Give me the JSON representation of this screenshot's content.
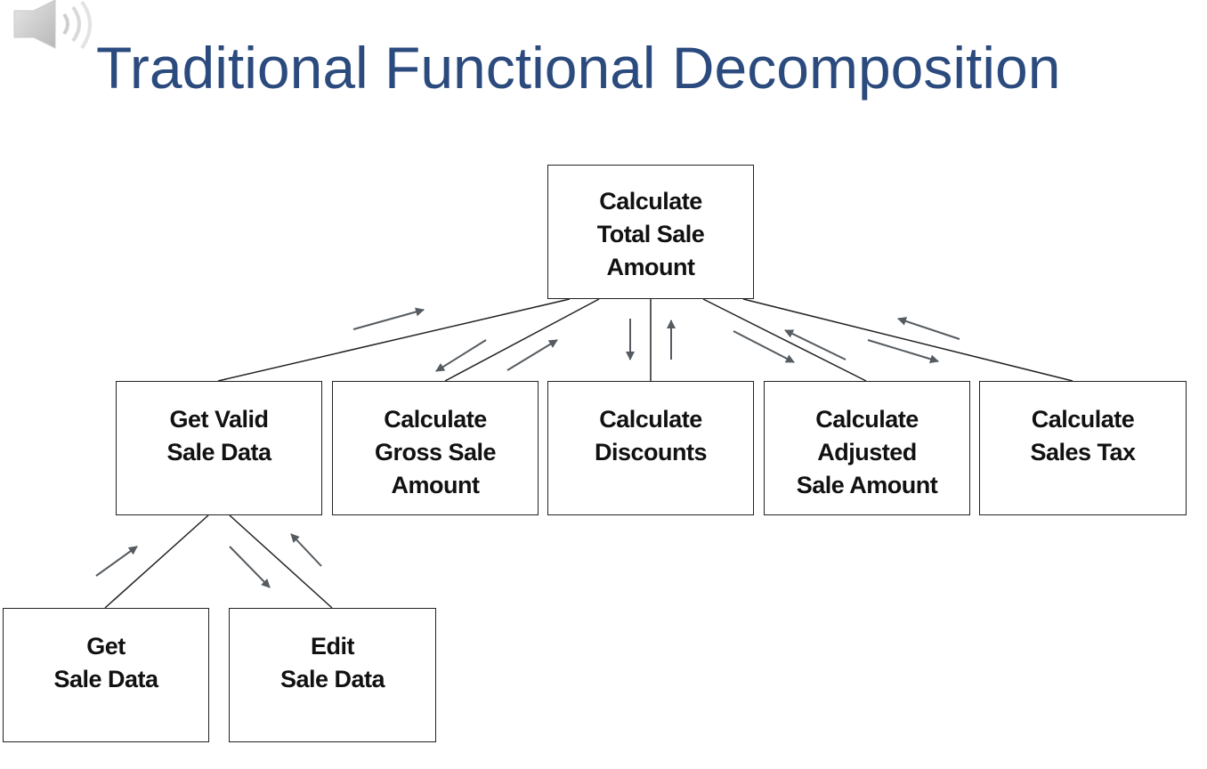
{
  "slide": {
    "title": "Traditional Functional Decomposition"
  },
  "icons": {
    "audio": "speaker-icon"
  },
  "colors": {
    "title": "#2b4a7d",
    "arrow": "#555b60",
    "line": "#222222"
  },
  "boxes": {
    "root": "Calculate\nTotal Sale\nAmount",
    "get_valid": "Get Valid\nSale Data",
    "gross": "Calculate\nGross Sale\nAmount",
    "discounts": "Calculate\nDiscounts",
    "adjusted": "Calculate\nAdjusted\nSale Amount",
    "tax": "Calculate\nSales Tax",
    "get_sale": "Get\nSale Data",
    "edit_sale": "Edit\nSale Data"
  }
}
